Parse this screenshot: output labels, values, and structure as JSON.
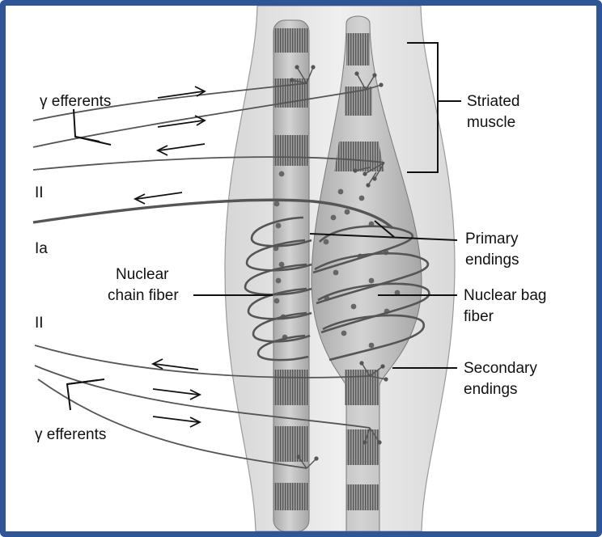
{
  "labels": {
    "gamma_efferents_top": "γ efferents",
    "gamma_efferents_bottom": "γ efferents",
    "ii_top": "II",
    "ia": "Ia",
    "ii_bottom": "II",
    "nuclear_chain_line1": "Nuclear",
    "nuclear_chain_line2": "chain fiber",
    "striated_line1": "Striated",
    "striated_line2": "muscle",
    "primary_line1": "Primary",
    "primary_line2": "endings",
    "nuclear_bag_line1": "Nuclear bag",
    "nuclear_bag_line2": "fiber",
    "secondary_line1": "Secondary",
    "secondary_line2": "endings"
  },
  "colors": {
    "frame": "#2f5597",
    "capsule": "#e6e6e6",
    "fiber": "#c2c2c2",
    "striation": "#666666",
    "nerve": "#555555",
    "text": "#111111"
  }
}
